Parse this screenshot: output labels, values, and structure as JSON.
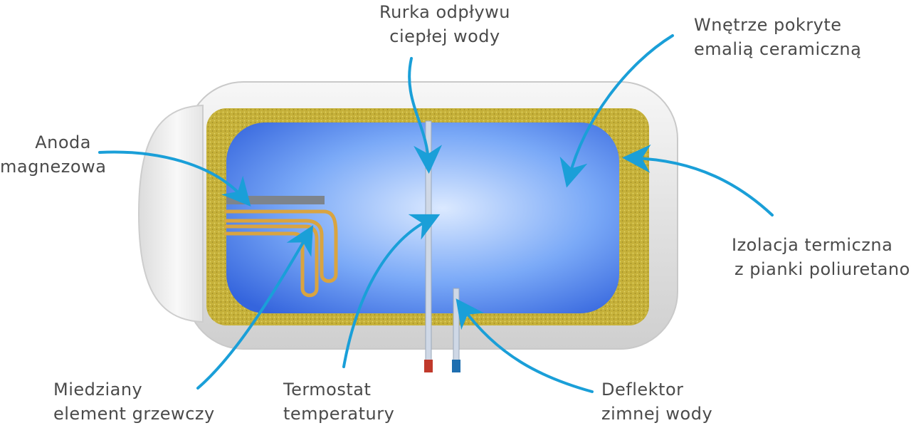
{
  "labels": {
    "hot_water_pipe": {
      "line1": "Rurka odpływu",
      "line2": "ciepłej wody"
    },
    "enamel_interior": {
      "line1": "Wnętrze pokryte",
      "line2": "emalią ceramiczną"
    },
    "magnesium_anode": {
      "line1": "Anoda",
      "line2": "magnezowa"
    },
    "thermal_insulation": {
      "line1": "Izolacja termiczna",
      "line2": "z pianki poliuretanowej"
    },
    "copper_heater": {
      "line1": "Miedziany",
      "line2": "element grzewczy"
    },
    "thermostat": {
      "line1": "Termostat",
      "line2": "temperatury"
    },
    "cold_water_deflector": {
      "line1": "Deflektor",
      "line2": "zimnej wody"
    }
  },
  "colors": {
    "arrow": "#1a9fd8",
    "water": "#3f7ef0",
    "insulation": "#c8b43a",
    "shell": "#e6e6e6",
    "copper": "#d9a440",
    "hot_outlet": "#c0392b",
    "cold_inlet": "#1f6fb0",
    "text": "#4a4a4a"
  }
}
